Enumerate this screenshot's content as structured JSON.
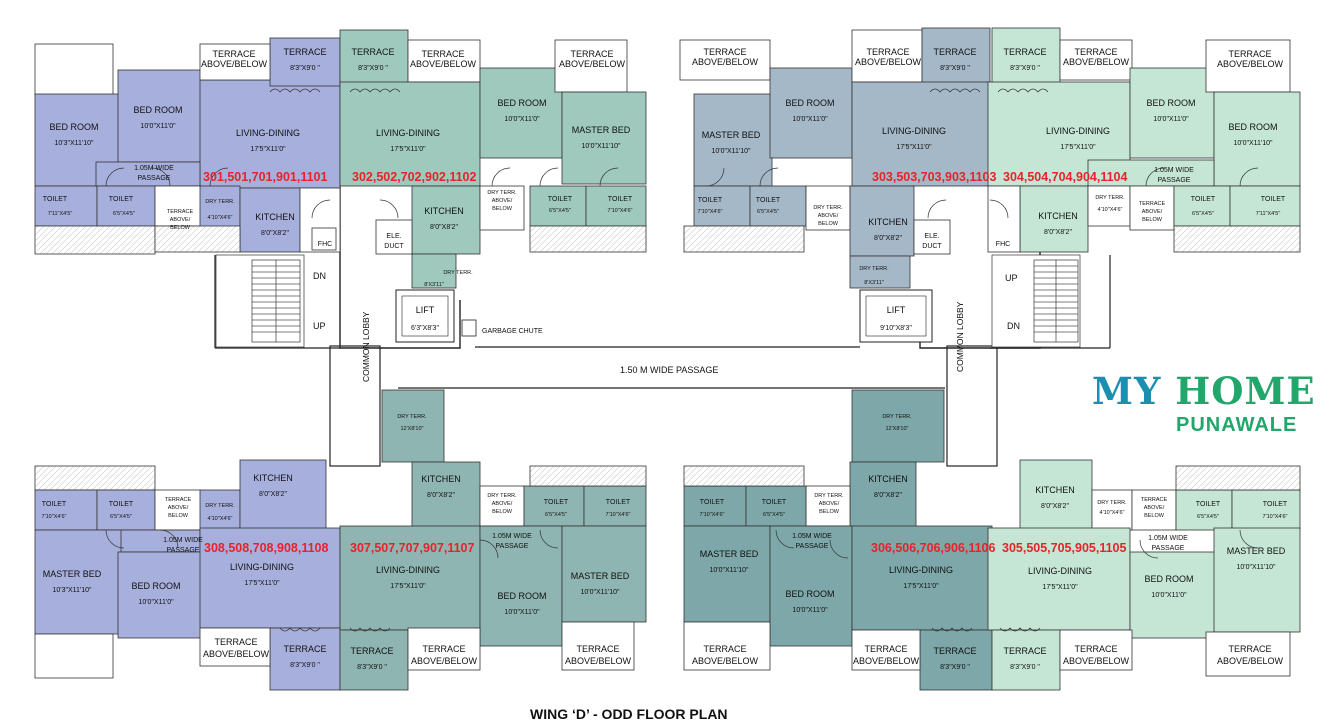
{
  "title": "WING ‘D’ - ODD FLOOR PLAN",
  "brand": {
    "line1a": "MY ",
    "line1b": "HOME",
    "line2": "PUNAWALE"
  },
  "colors": {
    "blue": "#a7b0dd",
    "teal_mid": "#9fc9bd",
    "slate": "#a5b8c8",
    "mint": "#c5e6d5",
    "teal_dark": "#7da7a9",
    "teal_lower": "#8fb5b2",
    "red": "#e8222a"
  },
  "units": {
    "u1": "301,501,701,901,1101",
    "u2": "302,502,702,902,1102",
    "u3": "303,503,703,903,1103",
    "u4": "304,504,704,904,1104",
    "u5": "308,508,708,908,1108",
    "u6": "307,507,707,907,1107",
    "u7": "306,506,706,906,1106",
    "u8": "305,505,705,905,1105"
  },
  "rooms": {
    "terrace": "TERRACE",
    "terrace_ab": "TERRACE ABOVE/BELOW",
    "terrace_ab1": "TERRACE",
    "terrace_ab2": "ABOVE/BELOW",
    "terrace_dim": "8'3\"X9'0 \"",
    "bedroom": "BED ROOM",
    "masterbed": "MASTER BED",
    "living": "LIVING-DINING",
    "living_dim": "17'5\"X11'0\"",
    "kitchen": "KITCHEN",
    "kitchen_dim": "8'0\"X8'2\"",
    "toilet": "TOILET",
    "toilet_big_dim": "7'11\"X4'5\"",
    "toilet_small_dim": "6'5\"X4'5\"",
    "toilet_tiny_dim": "7'10\"X4'6\"",
    "toilet_tiny_dim2": "6'5\"X4'5\"",
    "bed_dim1": "10'3\"X11'10\"",
    "bed_dim2": "10'0\"X11'0\"",
    "bed_dim3": "10'0\"X11'10\"",
    "passage1": "1.05M WIDE",
    "passage2": "PASSAGE",
    "dryterr": "DRY TERR.",
    "dryterr_dim": "4'10\"X4'6\"",
    "dryterr2_dim": "8'X3'11\"",
    "dryterr3_dim": "12'X8'10\"",
    "dryterr_ab1": "DRY TERR.",
    "dryterr_ab2": "ABOVE/",
    "dryterr_ab3": "BELOW",
    "terr_ab_small1": "TERRACE",
    "terr_ab_small2": "ABOVE/",
    "terr_ab_small3": "BELOW",
    "fhc": "FHC",
    "ele1": "ELE.",
    "ele2": "DUCT",
    "lift": "LIFT",
    "lift_dim1": "6'3\"X8'3\"",
    "lift_dim2": "9'10\"X8'3\"",
    "garbage": "GARBAGE CHUTE",
    "passage_wide": "1.50 M WIDE PASSAGE",
    "common_lobby": "COMMON LOBBY",
    "up": "UP",
    "dn": "DN"
  }
}
